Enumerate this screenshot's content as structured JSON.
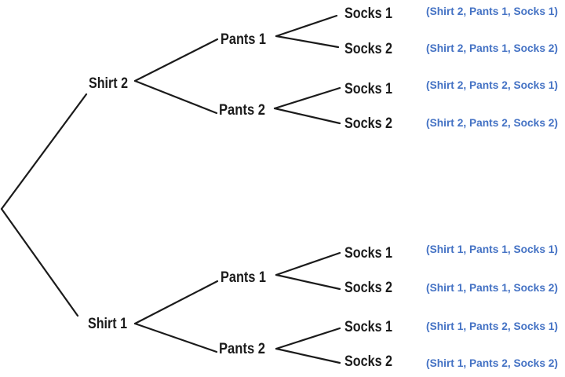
{
  "diagram_title": "outfit-combinations-tree",
  "colors": {
    "background": "#ffffff",
    "line": "#1b1b1b",
    "node_text": "#1b1b1b",
    "outcome_text": "#4472C4"
  },
  "tree": {
    "shirts": [
      {
        "label": "Shirt 2"
      },
      {
        "label": "Shirt 1"
      }
    ],
    "pants": [
      {
        "label": "Pants 1"
      },
      {
        "label": "Pants 2"
      },
      {
        "label": "Pants 1"
      },
      {
        "label": "Pants 2"
      }
    ],
    "socks": [
      {
        "label": "Socks 1"
      },
      {
        "label": "Socks 2"
      },
      {
        "label": "Socks 1"
      },
      {
        "label": "Socks 2"
      },
      {
        "label": "Socks 1"
      },
      {
        "label": "Socks 2"
      },
      {
        "label": "Socks 1"
      },
      {
        "label": "Socks 2"
      }
    ]
  },
  "outcomes": [
    {
      "label": "(Shirt 2, Pants 1, Socks 1)"
    },
    {
      "label": "(Shirt 2, Pants 1, Socks 2)"
    },
    {
      "label": "(Shirt 2, Pants 2, Socks 1)"
    },
    {
      "label": "(Shirt 2, Pants 2, Socks 2)"
    },
    {
      "label": "(Shirt 1, Pants 1, Socks 1)"
    },
    {
      "label": "(Shirt 1, Pants 1, Socks 2)"
    },
    {
      "label": "(Shirt 1, Pants 2, Socks 1)"
    },
    {
      "label": "(Shirt 1, Pants 2, Socks 2)"
    }
  ]
}
